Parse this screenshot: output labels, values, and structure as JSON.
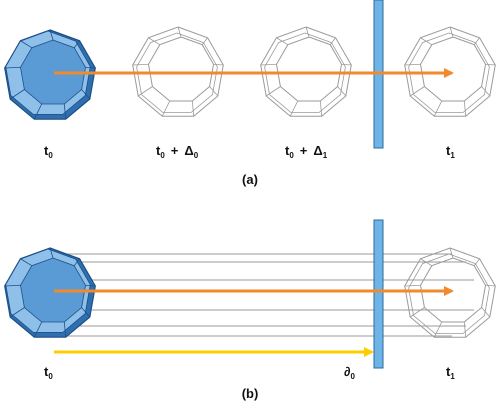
{
  "colors": {
    "solid_fill": "#5b9bd5",
    "solid_top": "#8ec0ea",
    "solid_dark": "#2f6fb0",
    "solid_edge": "#1d4f86",
    "ghost_edge": "#9a9a9a",
    "wall": "#6fb4e6",
    "wall_edge": "#2a6aa0",
    "arrow_orange": "#f08a2c",
    "arrow_yellow": "#ffcc00",
    "text": "#111111"
  },
  "panel_a": {
    "caption": "(a)",
    "labels": {
      "t0_base": "t",
      "t0_sub": "0",
      "s2_base": "t",
      "s2_sub": "0",
      "s2_op": "+",
      "s2_delta": "Δ",
      "s2_delta_sub": "0",
      "s3_base": "t",
      "s3_sub": "0",
      "s3_op": "+",
      "s3_delta": "Δ",
      "s3_delta_sub": "1",
      "t1_base": "t",
      "t1_sub": "1"
    }
  },
  "panel_b": {
    "caption": "(b)",
    "labels": {
      "t0_base": "t",
      "t0_sub": "0",
      "d0_base": "∂",
      "d0_sub": "0",
      "t1_base": "t",
      "t1_sub": "1"
    }
  }
}
